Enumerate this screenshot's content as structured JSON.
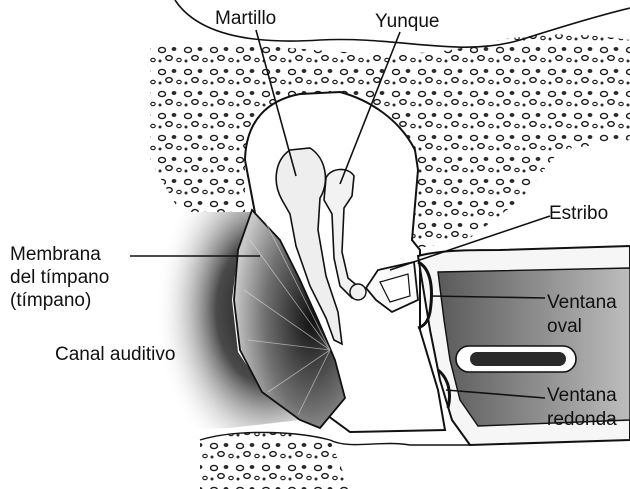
{
  "labels": {
    "martillo": "Martillo",
    "yunque": "Yunque",
    "estribo": "Estribo",
    "membrana_line1": "Membrana",
    "membrana_line2": "del tímpano",
    "membrana_line3": "(tímpano)",
    "canal": "Canal auditivo",
    "ventana_oval_line1": "Ventana",
    "ventana_oval_line2": "oval",
    "ventana_redonda_line1": "Ventana",
    "ventana_redonda_line2": "redonda"
  },
  "colors": {
    "ink": "#111111",
    "bone": "#eeeeee",
    "shade_dark": "#1c1c1c",
    "paper": "#ffffff"
  }
}
